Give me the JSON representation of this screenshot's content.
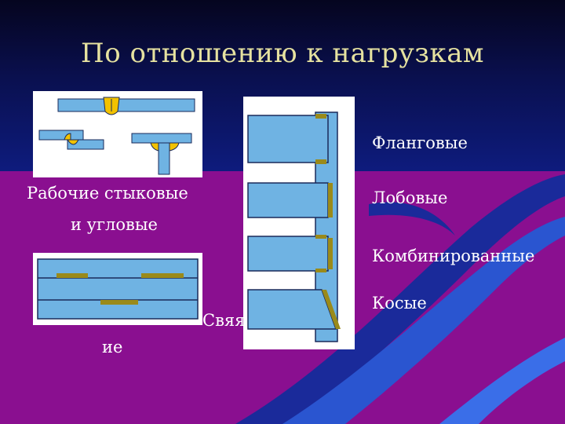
{
  "slide": {
    "title": "По отношению к нагрузкам",
    "labels": {
      "working_line1": "Рабочие стыковые",
      "working_line2": "и угловые",
      "connecting_part1": "Свяя",
      "connecting_part2": "ие",
      "flank": "Фланговые",
      "frontal": "Лобовые",
      "combined": "Комбинированные",
      "oblique": "Косые"
    },
    "colors": {
      "title": "#e6e2a0",
      "background_top": "#0e1c80",
      "background_bottom": "#8a0f90",
      "plate": "#6fb3e3",
      "weld": "#f2c200",
      "seam": "#9a8a1a"
    }
  }
}
